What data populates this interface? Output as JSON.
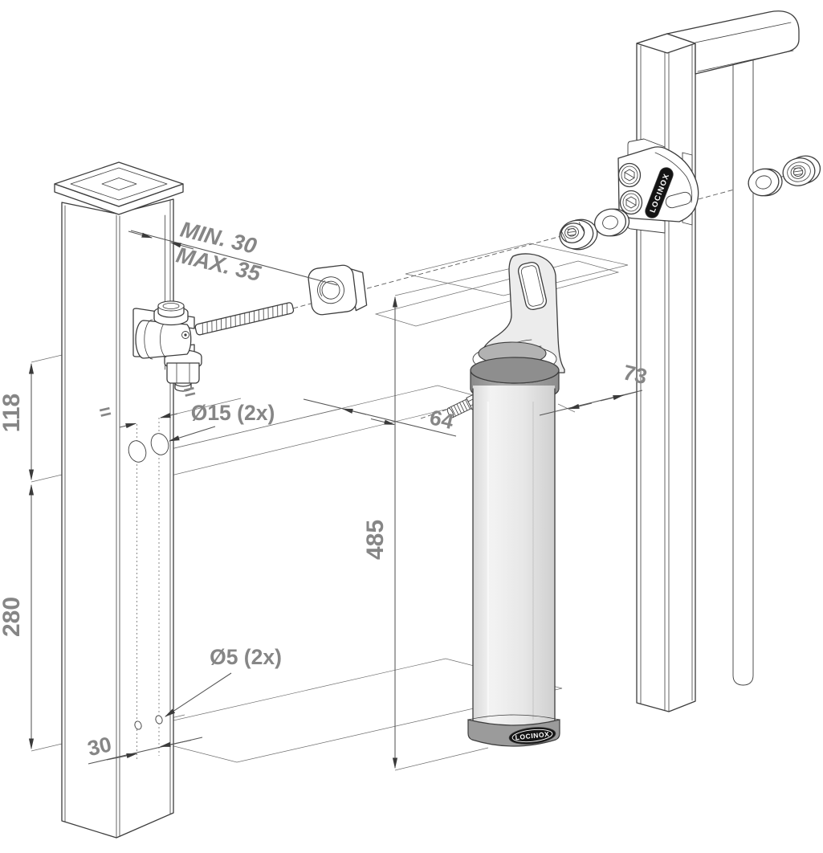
{
  "drawing": {
    "kind": "exploded-isometric-installation-diagram",
    "subject": "Locinox hydraulic gate closer mounted between hinge post and gate frame"
  },
  "brand": {
    "bracket_badge": "LOCINOX",
    "cap_badge": "LOCINOX"
  },
  "dims": {
    "min30": "MIN. 30",
    "max35": "MAX. 35",
    "d118": "118",
    "d280": "280",
    "d30": "30",
    "d64": "64",
    "d485": "485",
    "d73": "73",
    "holes15": "Ø15 (2x)",
    "holes5": "Ø5 (2x)",
    "eq1": "=",
    "eq2": "="
  },
  "colors": {
    "outline": "#3d3d3d",
    "dimension_text": "#868686",
    "dimension_line": "#555555",
    "closer_body": "#e9e9e9",
    "closer_collar": "#9b9b9b",
    "rubber_pad": "#b2b2b2",
    "badge_bg": "#141414",
    "badge_text": "#ffffff",
    "background": "#ffffff"
  }
}
